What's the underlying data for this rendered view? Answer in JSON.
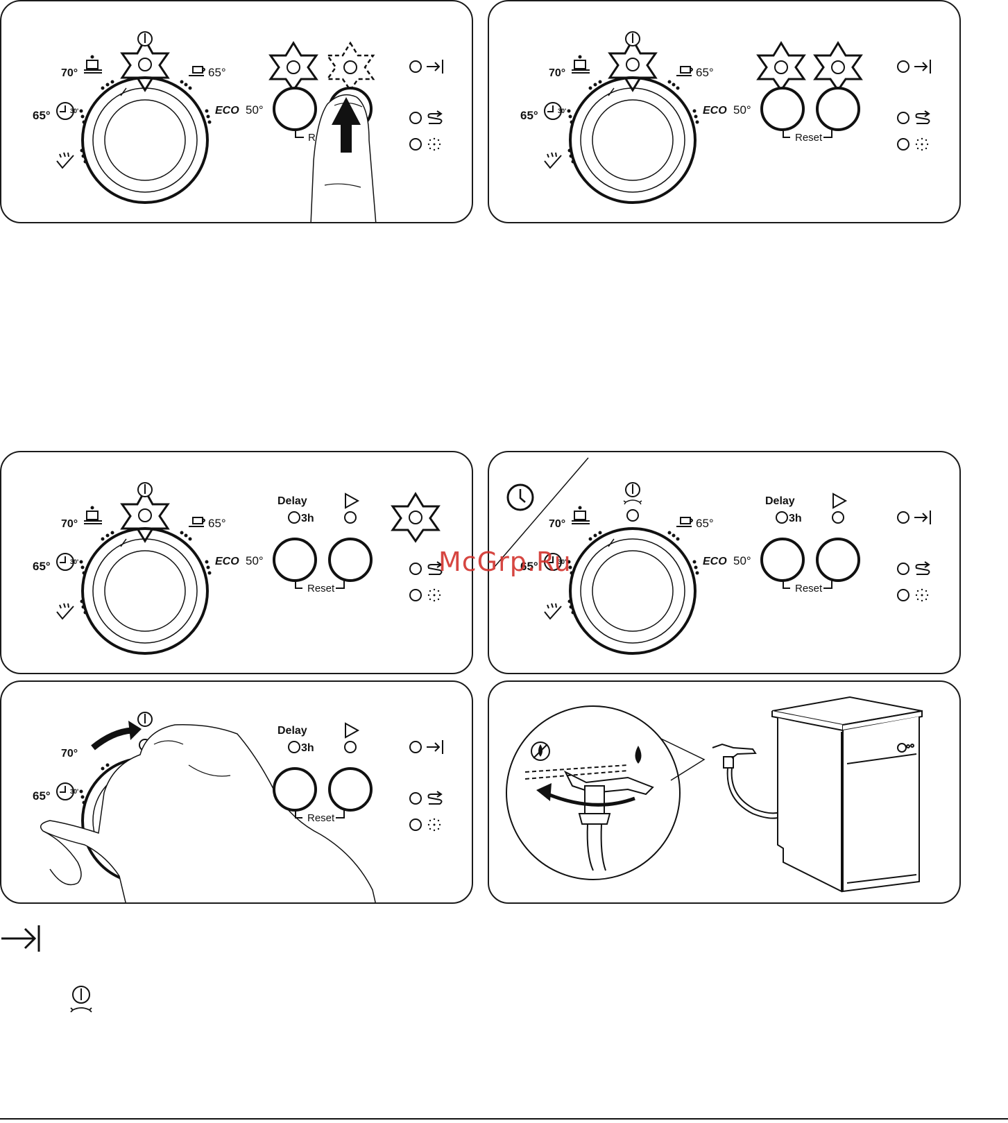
{
  "dial": {
    "temp_70": "70°",
    "temp_65_left": "65°",
    "temp_65_right": "65°",
    "eco_label": "ECO",
    "eco_temp": "50°",
    "timer_30": "30'"
  },
  "buttons": {
    "delay_label": "Delay",
    "delay_hours": "3h",
    "reset_label": "Reset",
    "reset_partial": "Re"
  },
  "watermark": "McGrp.Ru",
  "icons": {
    "power": "power-icon",
    "end": "end-arrow-icon",
    "salt": "salt-refill-icon",
    "rinse_aid": "rinse-aid-icon",
    "start": "play-icon",
    "clock": "clock-icon",
    "no_water": "water-tap-closed-icon",
    "water_drop": "water-drop-icon"
  },
  "colors": {
    "ink": "#111111",
    "watermark": "#d2322d"
  }
}
